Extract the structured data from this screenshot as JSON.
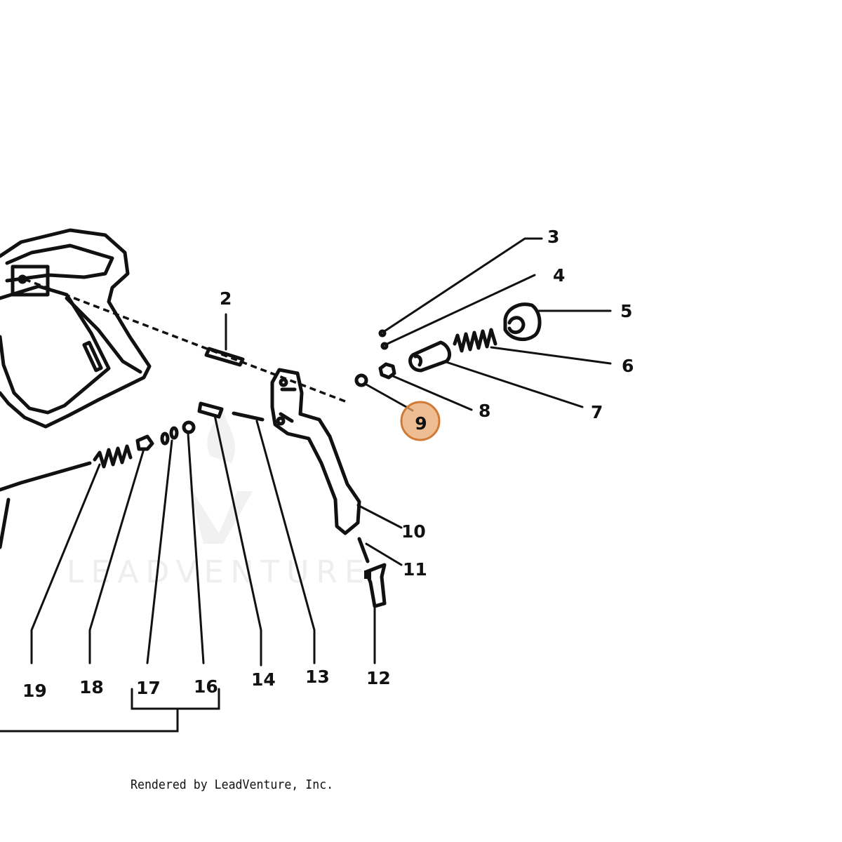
{
  "diagram": {
    "watermark": "LEADVENTURE",
    "highlight_color": "#e8a86e",
    "highlighted_part": "9",
    "footer": "Rendered by LeadVenture, Inc.",
    "callouts": {
      "c2": "2",
      "c3": "3",
      "c4": "4",
      "c5": "5",
      "c6": "6",
      "c7": "7",
      "c8": "8",
      "c9": "9",
      "c10": "10",
      "c11": "11",
      "c12": "12",
      "c13": "13",
      "c14": "14",
      "c16": "16",
      "c17": "17",
      "c18": "18",
      "c19": "19"
    }
  }
}
